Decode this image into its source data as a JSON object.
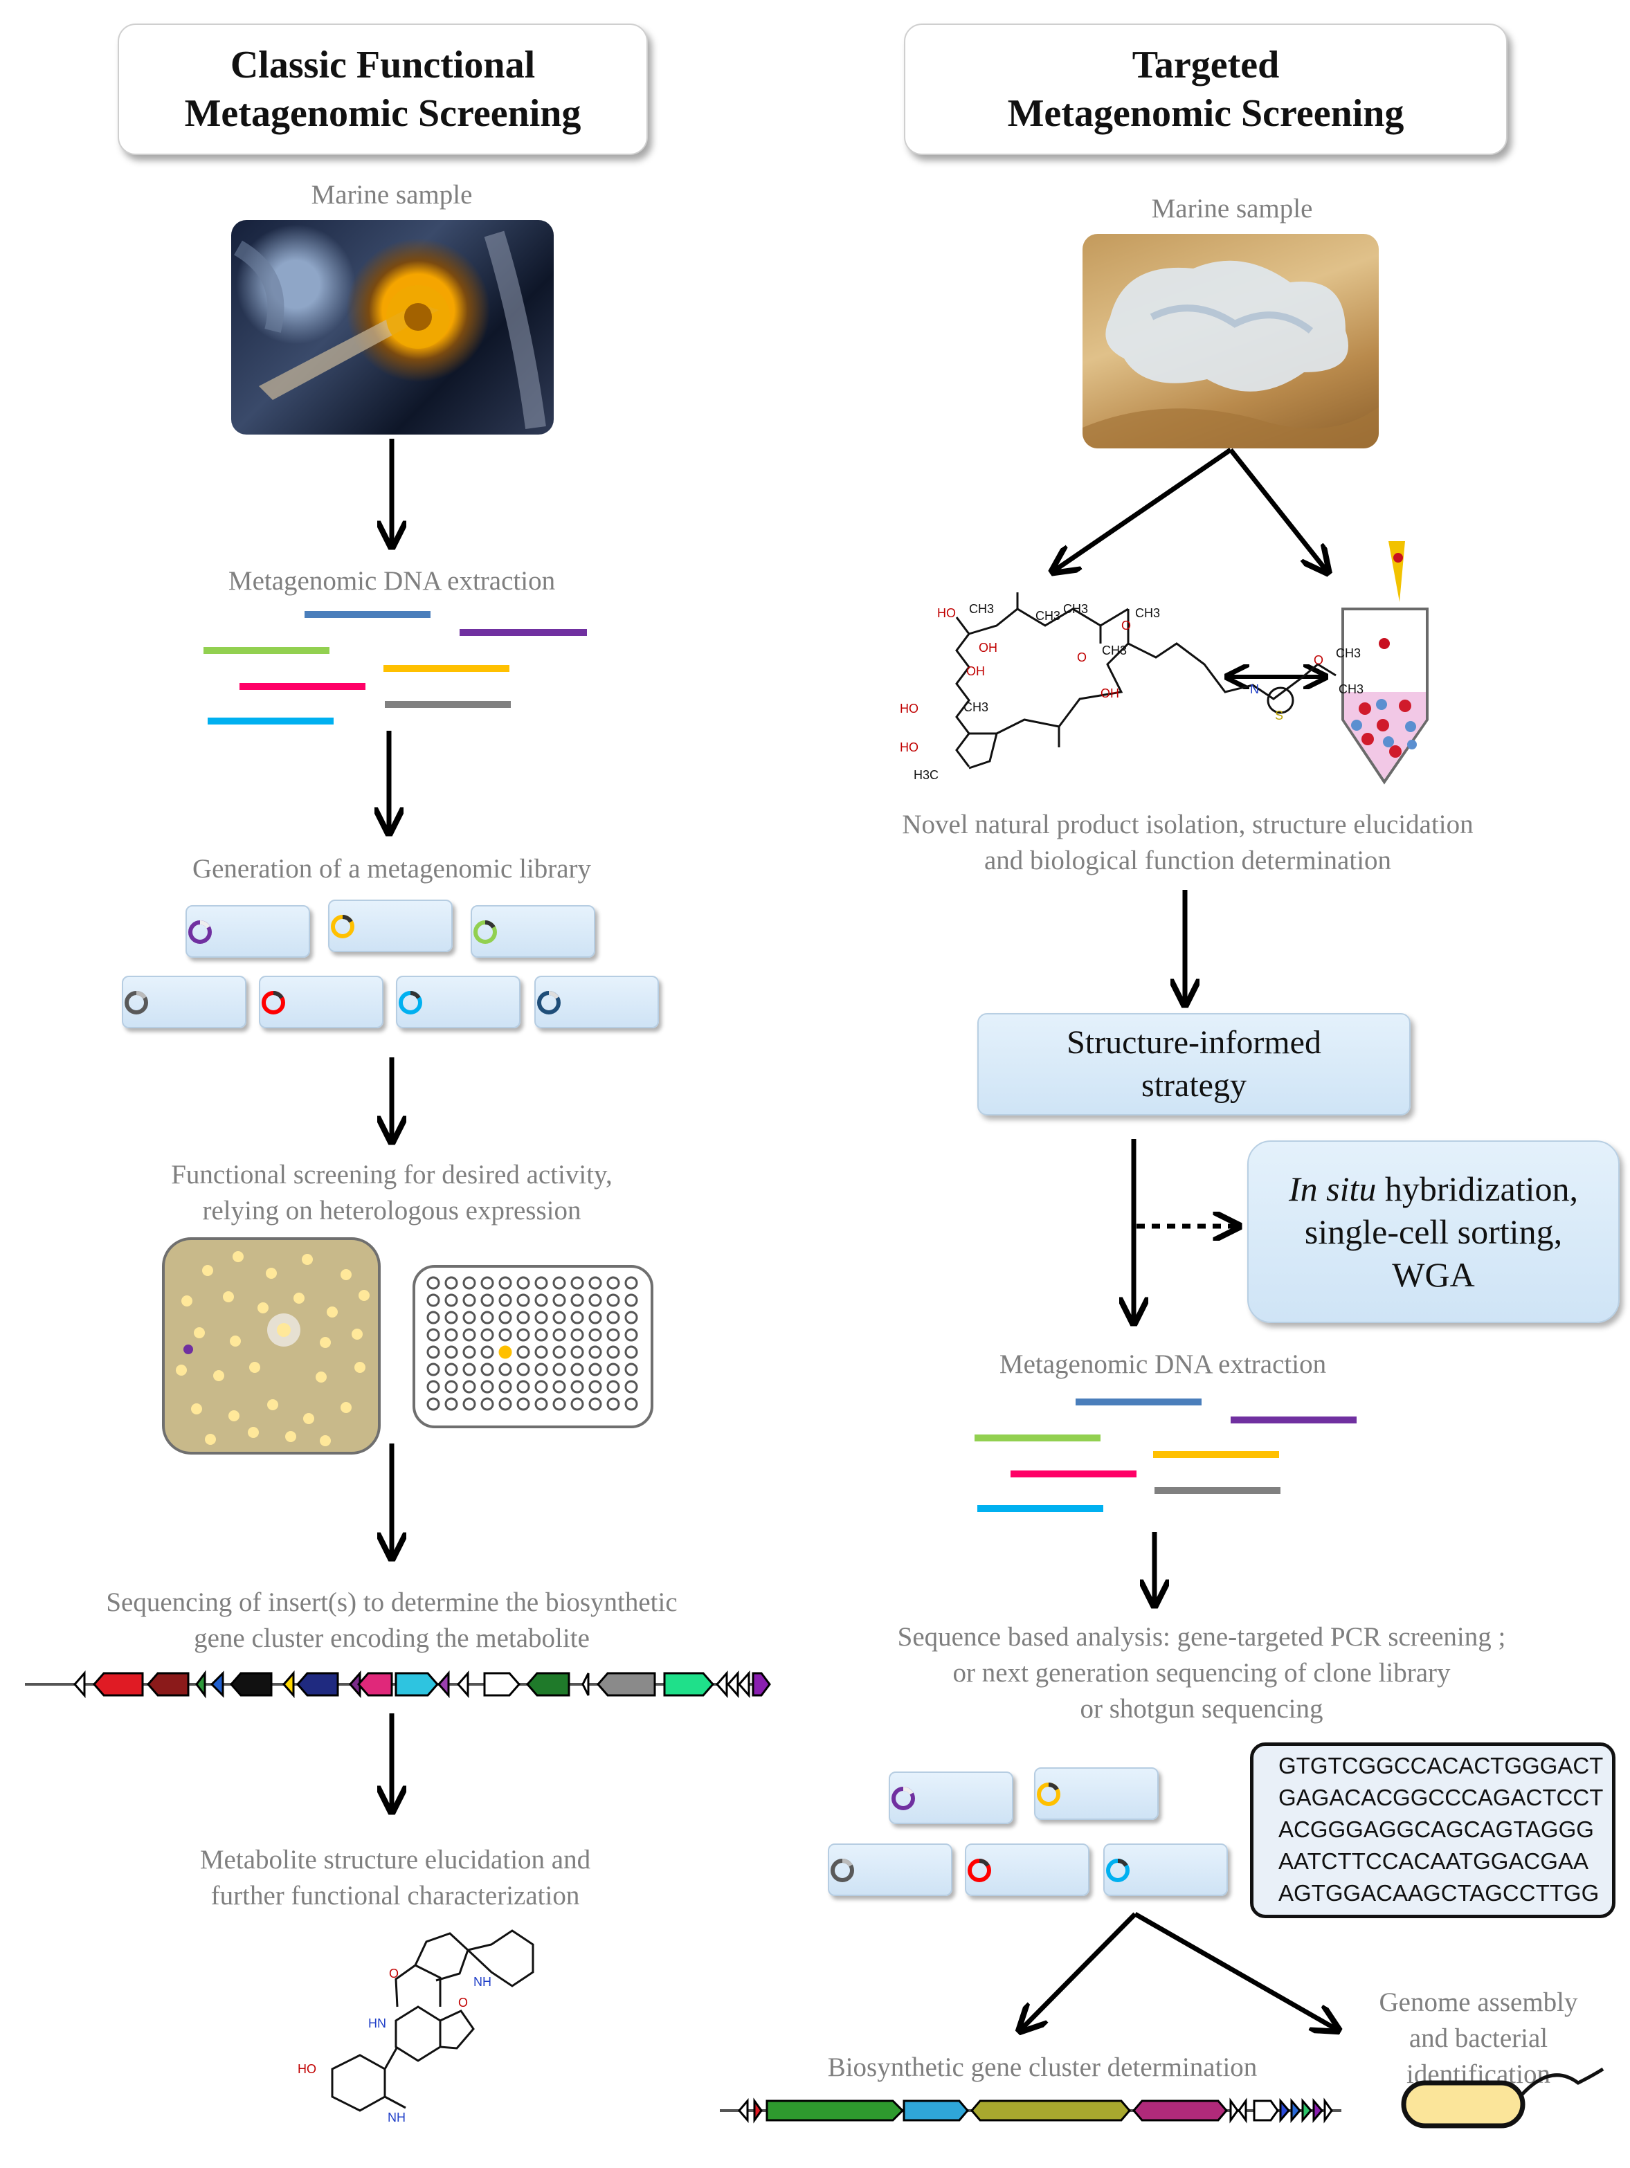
{
  "left": {
    "title_line1": "Classic Functional",
    "title_line2": "Metagenomic Screening",
    "sample_label": "Marine sample",
    "dna_extraction": "Metagenomic DNA extraction",
    "library": "Generation of a metagenomic library",
    "screening_line1": "Functional screening  for desired activity,",
    "screening_line2": "relying on heterologous expression",
    "sequencing_line1": "Sequencing  of insert(s) to determine  the biosynthetic",
    "sequencing_line2": "gene  cluster  encoding  the metabolite",
    "elucidation_line1": "Metabolite structure elucidation and",
    "elucidation_line2": "further functional characterization",
    "molecule_atoms": [
      "HN",
      "O",
      "NH",
      "O",
      "HO",
      "NH"
    ]
  },
  "right": {
    "title_line1": "Targeted",
    "title_line2": "Metagenomic Screening",
    "sample_label": "Marine sample",
    "isolation_line1": "Novel natural product isolation, structure elucidation",
    "isolation_line2": "and biological function determination",
    "strategy_line1": "Structure-informed",
    "strategy_line2": "strategy",
    "side_italic": "In situ",
    "side_line1_rest": " hybridization,",
    "side_line2": "single-cell  sorting,",
    "side_line3": "WGA",
    "dna_extraction": "Metagenomic DNA extraction",
    "analysis_line1": "Sequence based analysis:  gene-targeted  PCR screening ;",
    "analysis_line2": "or next generation sequencing  of clone library",
    "analysis_line3": "or shotgun sequencing",
    "sequences": [
      "GTGTCGGCCACACTGGGACT",
      "GAGACACGGCCCAGACTCCT",
      "ACGGGAGGCAGCAGTAGGG",
      "AATCTTCCACAATGGACGAA",
      "AGTGGACAAGCTAGCCTTGG"
    ],
    "cluster_label": "Biosynthetic gene  cluster  determination",
    "genome_line1": "Genome assembly",
    "genome_line2": "and bacterial",
    "genome_line3": "identification",
    "molecule_atoms": [
      "CH3",
      "HO",
      "CH3",
      "OH",
      "CH3",
      "O",
      "OH",
      "CH3",
      "CH3",
      "O",
      "HO",
      "HO",
      "CH3",
      "H3C",
      "OH",
      "N",
      "S",
      "O",
      "CH3",
      "CH3"
    ]
  },
  "colors": {
    "dna_lines": [
      "#4a7ebb",
      "#7030a0",
      "#92d050",
      "#ff0066",
      "#ffc000",
      "#00b0f0",
      "#808080"
    ],
    "clone_rings": [
      "#7030a0",
      "#ffc000",
      "#92d050",
      "#595959",
      "#ff0000",
      "#00b0f0",
      "#1f4e79"
    ]
  }
}
